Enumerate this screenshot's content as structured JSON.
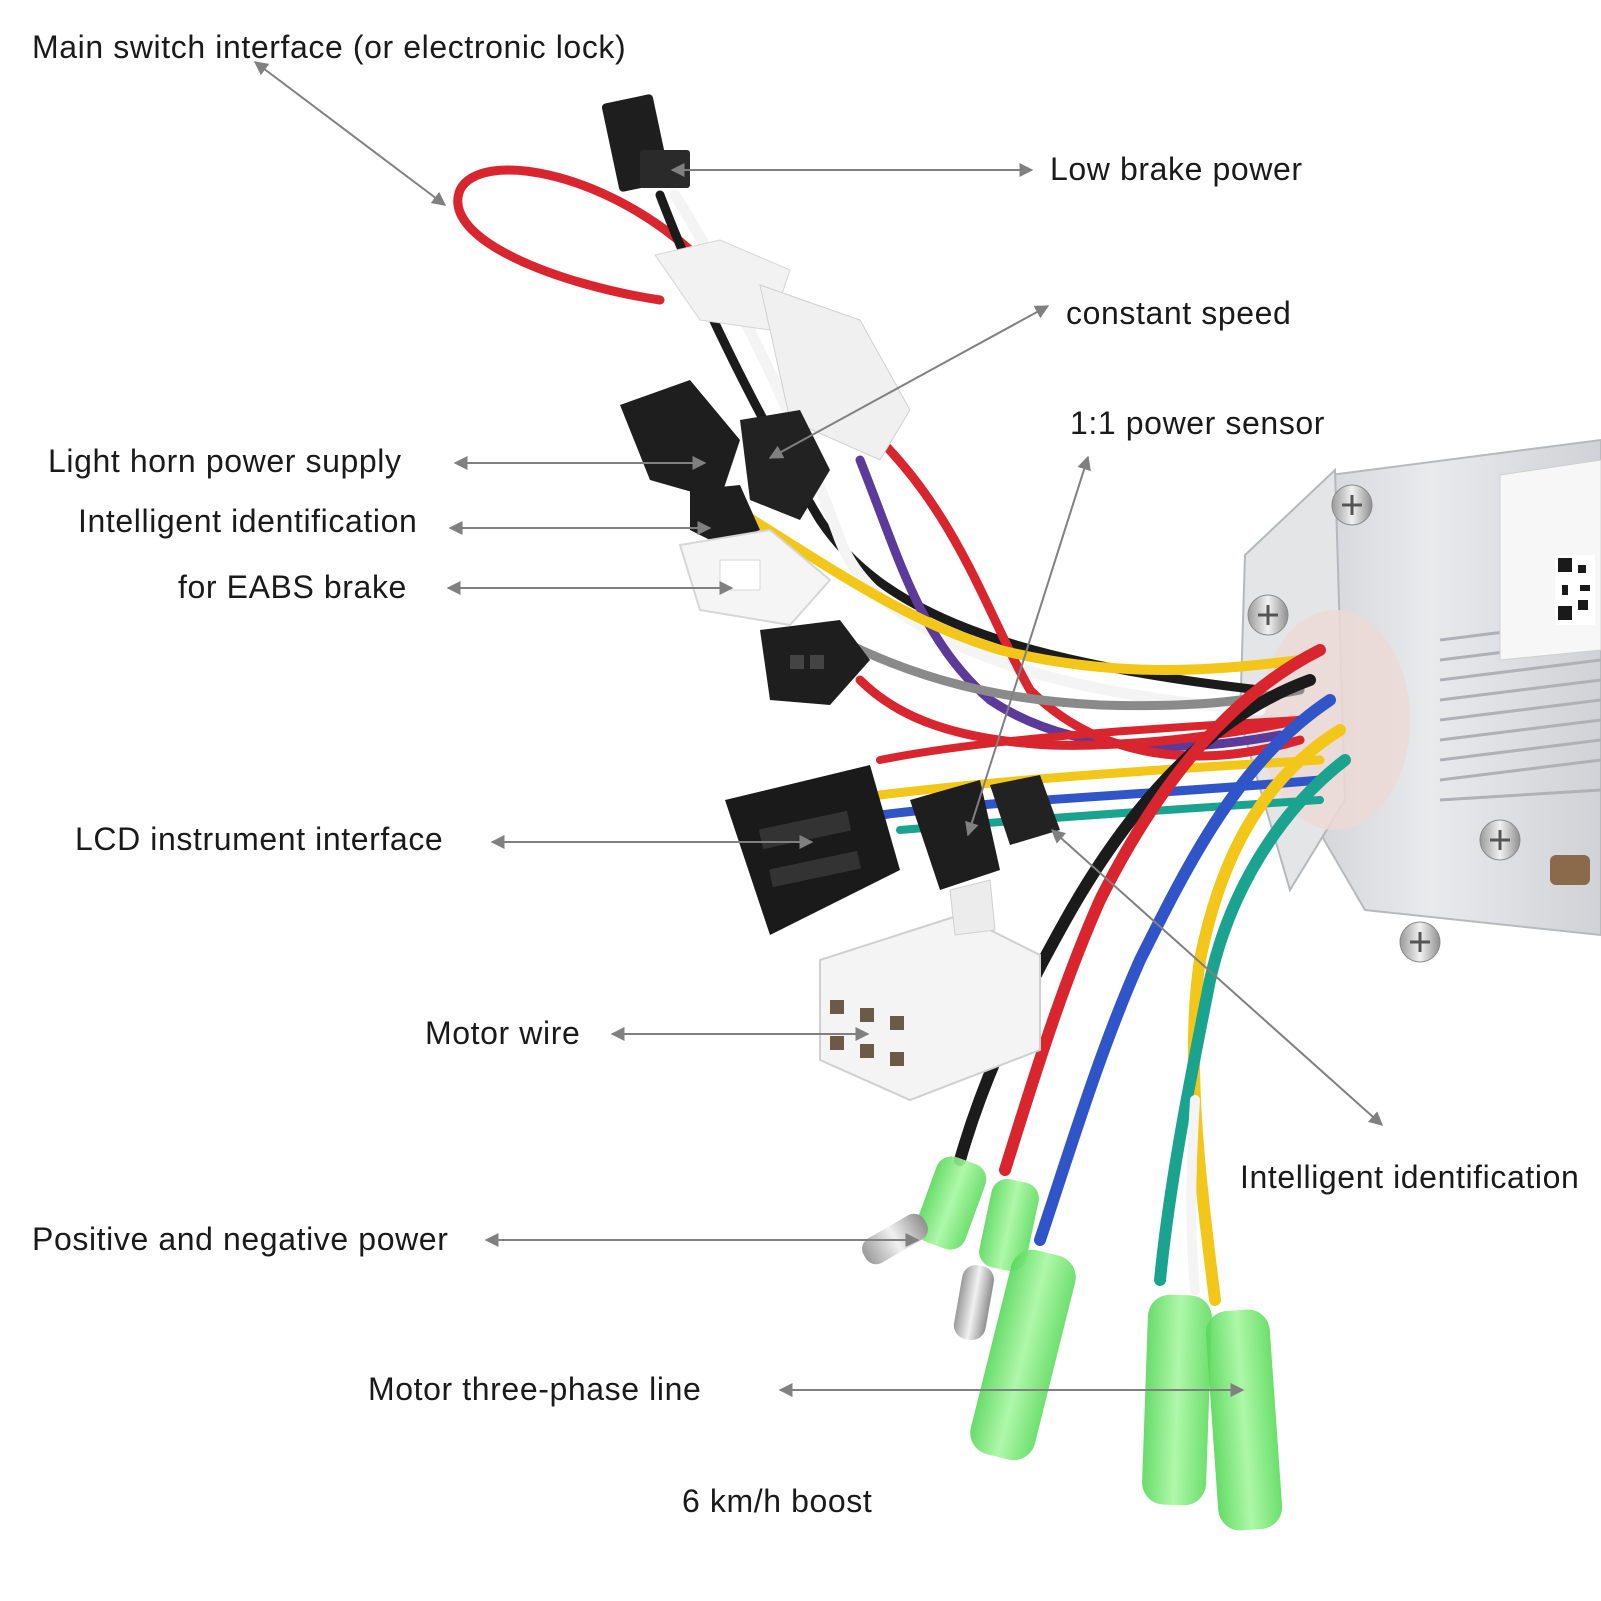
{
  "colors": {
    "text": "#1a1a1a",
    "leader": "#808080",
    "wire_red": "#d8252e",
    "wire_black": "#1b1b1b",
    "wire_white": "#f4f4f4",
    "wire_yellow": "#f2c719",
    "wire_blue": "#2f55c8",
    "wire_green": "#1aa38f",
    "wire_purple": "#5b3a9a",
    "wire_gray": "#8a8a8a",
    "connector_black": "#1e1e1e",
    "connector_white": "#f2f2f2",
    "sleeve_green": "#7cf07c",
    "controller_body": "#d7d9dc"
  },
  "labels": {
    "main_switch": "Main switch interface (or electronic lock)",
    "low_brake": "Low brake power",
    "constant_speed": "constant speed",
    "power_sensor": "1:1 power sensor",
    "light_horn": "Light horn power supply",
    "intelligent_id_left": "Intelligent identification",
    "eabs": "for EABS brake",
    "lcd": "LCD instrument interface",
    "motor_wire": "Motor wire",
    "intelligent_id_right": "Intelligent identification",
    "pos_neg_power": "Positive and negative power",
    "three_phase": "Motor three-phase line",
    "boost": "6 km/h boost"
  }
}
